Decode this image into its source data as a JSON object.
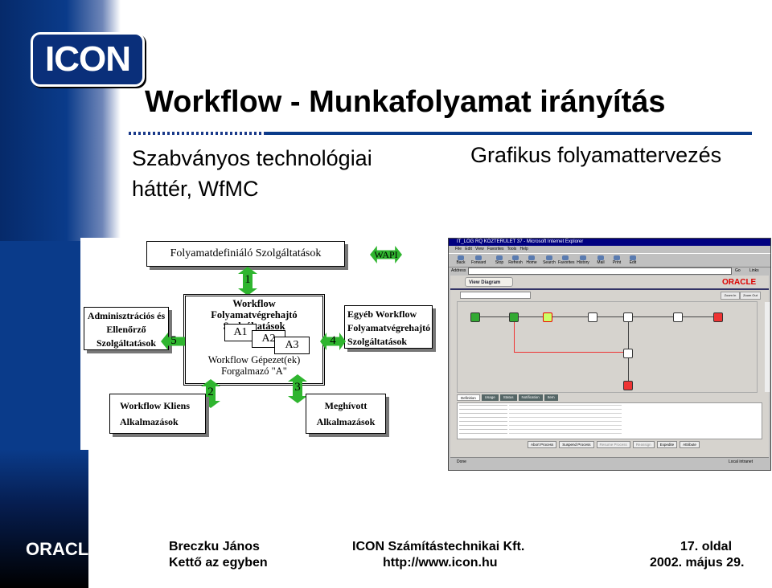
{
  "slide": {
    "logo_text": "ICON",
    "title": "Workflow - Munkafolyamat irányítás",
    "subtitle_left": "Szabványos technológiai háttér, WfMC",
    "subtitle_right": "Grafikus folyamattervezés"
  },
  "diagram": {
    "top_box": "Folyamatdefiniáló Szolgáltatások",
    "wapi": "WAPI",
    "engine_title": "Workflow Folyamatvégrehajtó Szolgáltatások",
    "a1": "A1",
    "a2": "A2",
    "a3": "A3",
    "engine_bottom": "Workflow Gépezet(ek) Forgalmazó \"A\"",
    "admin_box": "Adminisztrációs és Ellenőrző Szolgáltatások",
    "other_box": "Egyéb Workflow Folyamatvégrehajtó Szolgáltatások",
    "client_box": "Workflow Kliens Alkalmazások",
    "invoked_box": "Meghívott Alkalmazások",
    "arrows": {
      "a1": "1",
      "a2": "2",
      "a3": "3",
      "a4": "4",
      "a5": "5"
    }
  },
  "screenshot": {
    "window_title": "IT_LOG RQ KÖZTERÜLET 37 - Microsoft Internet Explorer",
    "menu": [
      "File",
      "Edit",
      "View",
      "Favorites",
      "Tools",
      "Help"
    ],
    "toolbar": [
      "Back",
      "Forward",
      "Stop",
      "Refresh",
      "Home",
      "Search",
      "Favorites",
      "History",
      "Mail",
      "Print",
      "Edit"
    ],
    "address_label": "Address",
    "go": "Go",
    "links": "Links",
    "view_diagram": "View Diagram",
    "oracle": "ORACLE",
    "zoom_in": "Zoom In",
    "zoom_out": "Zoom Out",
    "tabs": [
      "Definition",
      "Usage",
      "Status",
      "Notification",
      "Item"
    ],
    "buttons": [
      "Abort Process",
      "Suspend Process",
      "Resume Process",
      "Reassign",
      "Expedite",
      "Attribute"
    ],
    "status_done": "Done",
    "status_zone": "Local intranet"
  },
  "footer": {
    "oracle": "ORACLE",
    "author": "Breczku János",
    "author_sub": "Kettő az egyben",
    "company": "ICON Számítástechnikai Kft.",
    "url": "http://www.icon.hu",
    "page": "17. oldal",
    "date": "2002. május 29."
  }
}
